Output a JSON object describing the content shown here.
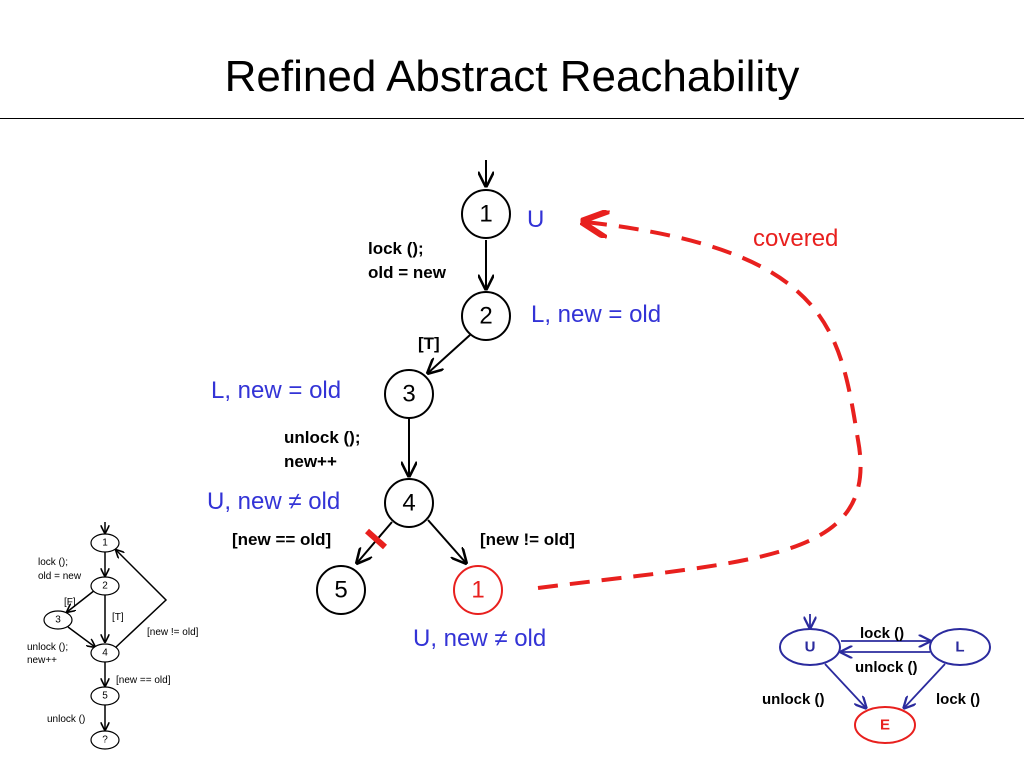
{
  "title": "Refined Abstract Reachability",
  "main_tree": {
    "nodes": [
      "1",
      "2",
      "3",
      "4",
      "5",
      "1"
    ],
    "node_labels": [
      "U",
      "L, new = old",
      "L, new = old",
      "U, new ≠ old",
      "U, new ≠ old"
    ],
    "edge_labels": {
      "e12_line1": "lock ();",
      "e12_line2": "old = new",
      "e23": "[T]",
      "e34_line1": "unlock ();",
      "e34_line2": "new++",
      "e45": "[new == old]",
      "e41": "[new != old]"
    },
    "covered": "covered"
  },
  "small_tree": {
    "nodes": [
      "1",
      "2",
      "3",
      "4",
      "5",
      "?"
    ],
    "edge_labels": {
      "e12_line1": "lock ();",
      "e12_line2": "old = new",
      "e23": "[F]",
      "e24": "[T]",
      "e34_line1": "unlock ();",
      "e34_line2": "new++",
      "e41": "[new != old]",
      "e45": "[new == old]",
      "e5q": "unlock ()"
    }
  },
  "automaton": {
    "states": [
      "U",
      "L",
      "E"
    ],
    "edges": [
      "lock ()",
      "unlock ()",
      "unlock ()",
      "lock ()"
    ],
    "colors": {
      "states": "#2b2b9e",
      "error": "#e8201e"
    }
  },
  "colors": {
    "annotation": "#3333d6",
    "highlight": "#e8201e"
  }
}
